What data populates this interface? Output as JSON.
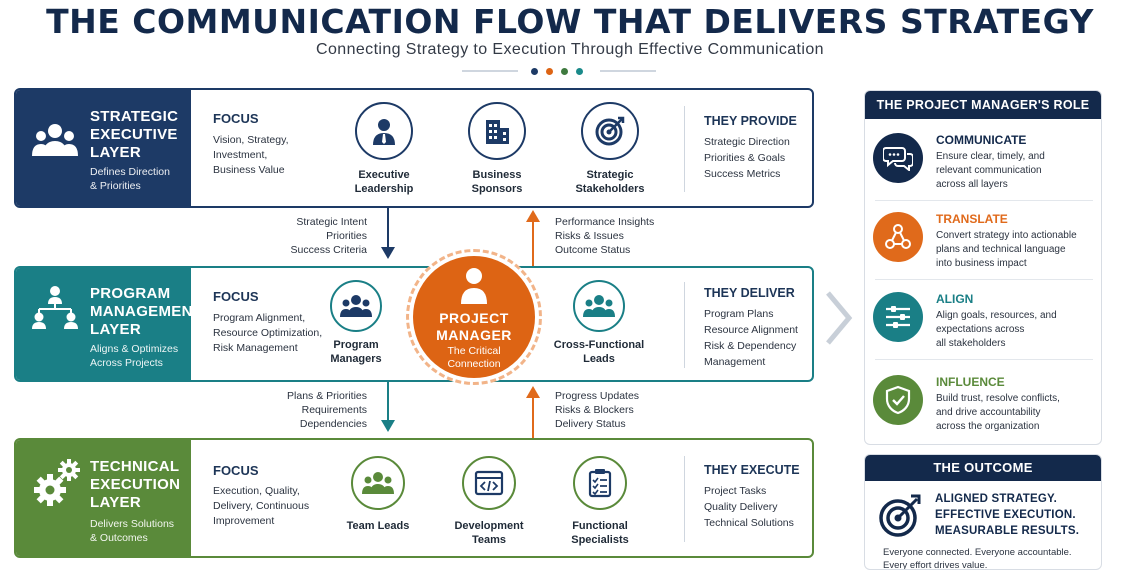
{
  "header": {
    "title": "THE COMMUNICATION FLOW THAT DELIVERS STRATEGY",
    "subtitle": "Connecting Strategy to Execution Through Effective Communication",
    "dot_colors": [
      "#1d3a66",
      "#dd6414",
      "#3f7a3f",
      "#1a8a8a"
    ]
  },
  "layers": {
    "strategic": {
      "color": "#1d3a66",
      "name_1": "STRATEGIC",
      "name_2": "EXECUTIVE",
      "name_3": "LAYER",
      "desc_1": "Defines Direction",
      "desc_2": "& Priorities",
      "icon": "people-group-icon",
      "focus_title": "FOCUS",
      "focus_1": "Vision, Strategy,",
      "focus_2": "Investment,",
      "focus_3": "Business Value",
      "items": [
        {
          "icon": "executive-person-icon",
          "line_1": "Executive",
          "line_2": "Leadership"
        },
        {
          "icon": "building-icon",
          "line_1": "Business",
          "line_2": "Sponsors"
        },
        {
          "icon": "target-icon",
          "line_1": "Strategic",
          "line_2": "Stakeholders"
        }
      ],
      "provide_title": "THEY PROVIDE",
      "provide": [
        "Strategic Direction",
        "Priorities & Goals",
        "Success Metrics"
      ]
    },
    "program": {
      "color": "#1a7f86",
      "name_1": "PROGRAM",
      "name_2": "MANAGEMENT",
      "name_3": "LAYER",
      "desc_1": "Aligns & Optimizes",
      "desc_2": "Across Projects",
      "icon": "org-chart-icon",
      "focus_title": "FOCUS",
      "focus_1": "Program Alignment,",
      "focus_2": "Resource Optimization,",
      "focus_3": "Risk Management",
      "items": [
        {
          "icon": "team-icon",
          "line_1": "Program",
          "line_2": "Managers"
        },
        {
          "icon": "team-icon",
          "line_1": "Cross-Functional",
          "line_2": "Leads"
        }
      ],
      "provide_title": "THEY DELIVER",
      "provide": [
        "Program Plans",
        "Resource Alignment",
        "Risk & Dependency",
        "Management"
      ]
    },
    "technical": {
      "color": "#5a8a3a",
      "name_1": "TECHNICAL",
      "name_2": "EXECUTION",
      "name_3": "LAYER",
      "desc_1": "Delivers Solutions",
      "desc_2": "& Outcomes",
      "icon": "gears-icon",
      "focus_title": "FOCUS",
      "focus_1": "Execution, Quality,",
      "focus_2": "Delivery, Continuous",
      "focus_3": "Improvement",
      "items": [
        {
          "icon": "team-icon",
          "line_1": "Team Leads",
          "line_2": ""
        },
        {
          "icon": "code-window-icon",
          "line_1": "Development",
          "line_2": "Teams"
        },
        {
          "icon": "clipboard-checklist-icon",
          "line_1": "Functional",
          "line_2": "Specialists"
        }
      ],
      "provide_title": "THEY EXECUTE",
      "provide": [
        "Project Tasks",
        "Quality Delivery",
        "Technical Solutions"
      ]
    }
  },
  "flows": {
    "top_down": [
      "Strategic Intent",
      "Priorities",
      "Success Criteria"
    ],
    "top_up": [
      "Performance Insights",
      "Risks & Issues",
      "Outcome Status"
    ],
    "bottom_down": [
      "Plans & Priorities",
      "Requirements",
      "Dependencies"
    ],
    "bottom_up": [
      "Progress Updates",
      "Risks & Blockers",
      "Delivery Status"
    ]
  },
  "pm": {
    "title_1": "PROJECT",
    "title_2": "MANAGER",
    "sub_1": "The Critical",
    "sub_2": "Connection",
    "color": "#dd6414"
  },
  "role_panel": {
    "title": "THE PROJECT MANAGER'S ROLE",
    "roles": [
      {
        "icon": "chat-bubbles-icon",
        "color": "#13294b",
        "title": "COMMUNICATE",
        "text": [
          "Ensure clear, timely, and",
          "relevant communication",
          "across all layers"
        ]
      },
      {
        "icon": "network-nodes-icon",
        "color": "#e06a1b",
        "title": "TRANSLATE",
        "text": [
          "Convert strategy into actionable",
          "plans and technical language",
          "into business impact"
        ]
      },
      {
        "icon": "sliders-icon",
        "color": "#1a7f86",
        "title": "ALIGN",
        "text": [
          "Align goals, resources, and",
          "expectations across",
          "all stakeholders"
        ]
      },
      {
        "icon": "shield-check-icon",
        "color": "#5a8a3a",
        "title": "INFLUENCE",
        "text": [
          "Build trust, resolve conflicts,",
          "and drive accountability",
          "across the organization"
        ]
      }
    ]
  },
  "outcome": {
    "title": "THE OUTCOME",
    "icon": "target-arrow-icon",
    "lines": [
      "ALIGNED STRATEGY.",
      "EFFECTIVE EXECUTION.",
      "MEASURABLE RESULTS."
    ],
    "body": [
      "Everyone connected. Everyone accountable.",
      "Every effort drives value."
    ]
  }
}
